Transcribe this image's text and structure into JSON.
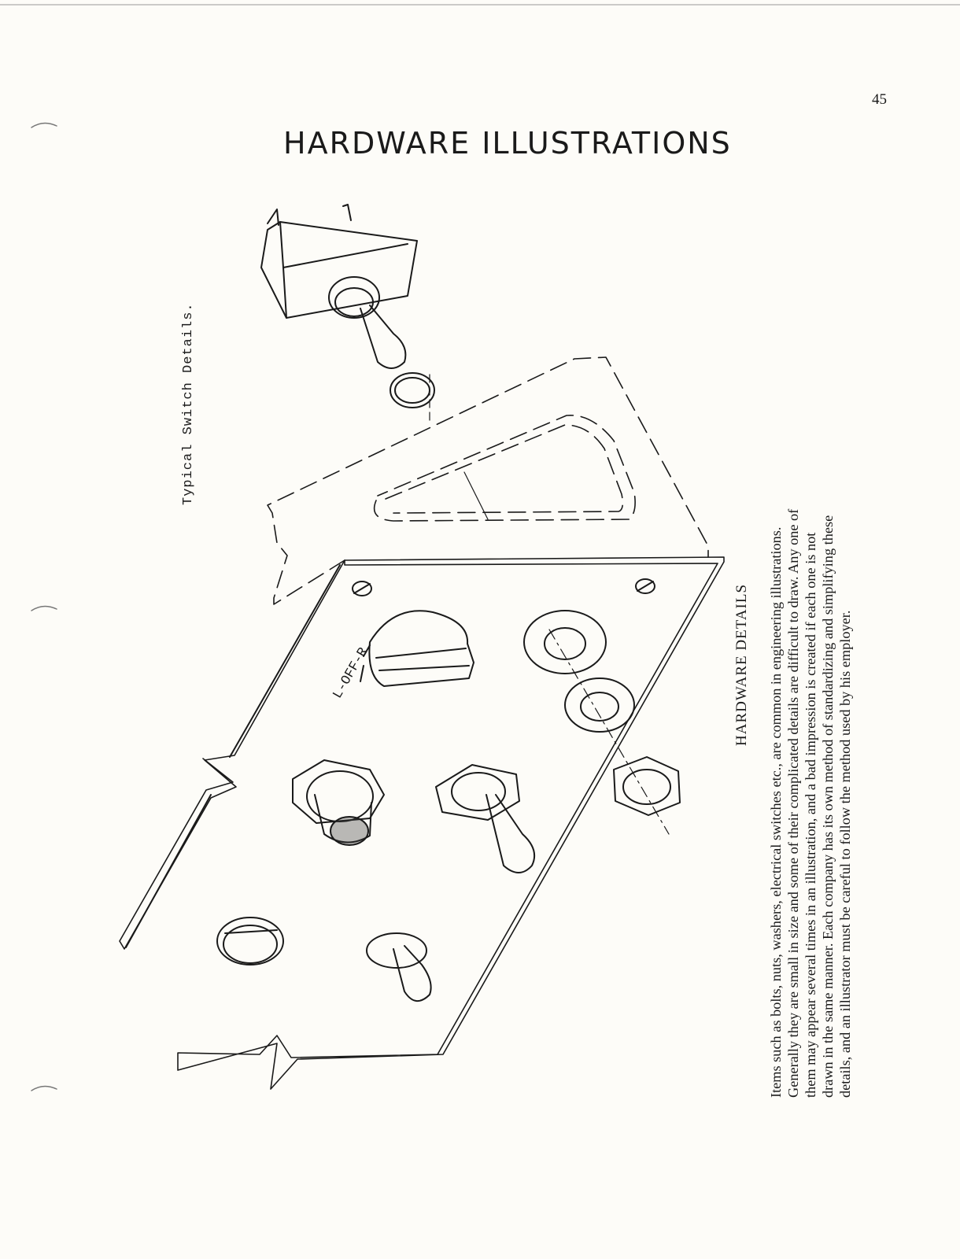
{
  "page": {
    "number": "45",
    "title": "HARDWARE ILLUSTRATIONS",
    "caption": "Typical Switch Details.",
    "section_heading": "HARDWARE DETAILS",
    "paragraph": [
      "Items such as bolts, nuts, washers, electrical switches etc., are common in engineering illustrations.",
      "Generally they are small in size and some of their complicated details are difficult to draw. Any one of",
      "them may appear several times in an illustration, and a bad impression is created if each one is not",
      "drawn in the same manner. Each company has its own method of standardizing and simplifying these",
      "details, and an illustrator must be careful to follow the method used by his employer."
    ],
    "panel_label": "L-OFF-R"
  }
}
